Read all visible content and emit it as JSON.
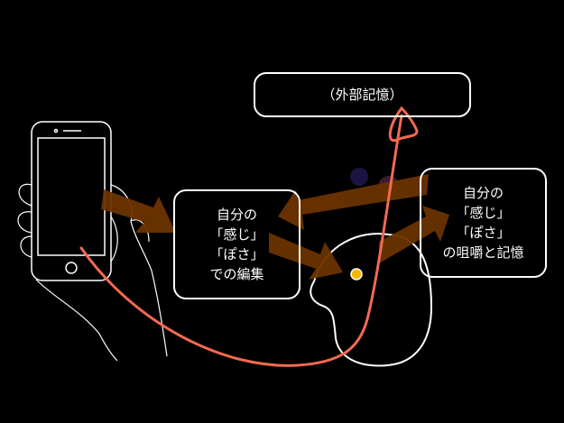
{
  "external_memory": {
    "label": "（外部記憶）"
  },
  "editing_box": {
    "lines": [
      "自分の",
      "「感じ」",
      "「ぽさ」",
      "での編集"
    ]
  },
  "memory_box": {
    "lines": [
      "自分の",
      "「感じ」",
      "「ぽさ」",
      "の咀嚼と記憶"
    ]
  },
  "colors": {
    "background": "#000000",
    "arrow": "#6b3300",
    "curve": "#f26a50",
    "dot": "#f5b800",
    "outline": "#ffffff"
  }
}
